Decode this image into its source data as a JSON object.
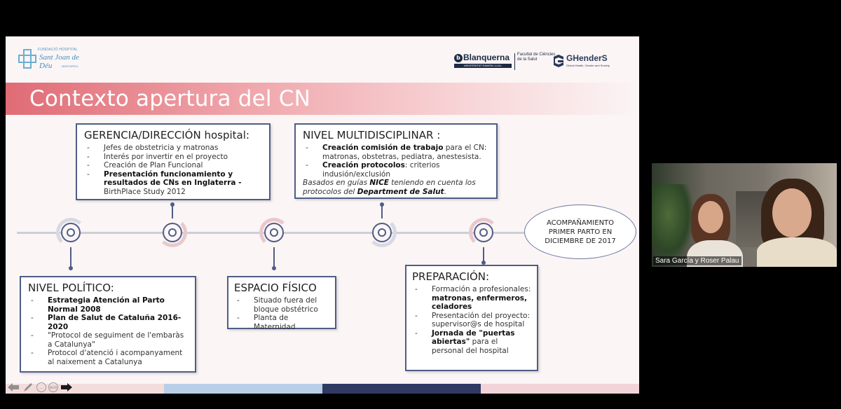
{
  "slide": {
    "logos": {
      "left_line1": "FUNDACIÓ HOSPITAL",
      "left_line2": "Sant Joan de Déu",
      "left_line3": "MARTORELL",
      "blanquerna_name": "Blanquerna",
      "blanquerna_sub": "UNIVERSITAT RAMON LLULL",
      "blanquerna_faculty": "Facultat de Ciències de la Salut",
      "ghenders_name": "GHenderS",
      "ghenders_sub": "Global Health, Gender and Society"
    },
    "title": "Contexto apertura del CN",
    "gerencia": {
      "heading": "GERENCIA/DIRECCIÓN hospital:",
      "items": [
        "Jefes de obstetricia y matronas",
        "Interés por invertir en el proyecto",
        "Creación de Plan Funcional"
      ],
      "item4_bold": "Presentación funcionamiento y resultados de CNs en Inglaterra -",
      "item4_rest": " BirthPlace Study 2012"
    },
    "multidisciplinar": {
      "heading": "NIVEL MULTIDISCIPLINAR :",
      "item1_bold": "Creación comisión de trabajo",
      "item1_rest": " para el CN: matronas, obstetras, pediatra, anestesista.",
      "item2_bold": "Creación protocolos",
      "item2_rest": ": criterios indusión/exclusión",
      "para_a": "Basados en guías ",
      "para_b": "NICE",
      "para_c": " teniendo en cuenta los protocolos del ",
      "para_d": "Department de Salut",
      "para_e": "."
    },
    "politico": {
      "heading": "NIVEL POLÍTICO:",
      "item1": "Estrategia Atención al Parto Normal 2008",
      "item2": "Plan de Salut de Cataluña 2016-2020",
      "item3": "\"Protocol de seguiment de l'embaràs a Catalunya\"",
      "item4": "Protocol d'atenció i acompanyament al naixement a Catalunya"
    },
    "espacio": {
      "heading": "ESPACIO FÍSICO",
      "items": [
        "Situado fuera del bloque obstétrico",
        "Planta de Maternidad"
      ]
    },
    "preparacion": {
      "heading": "PREPARACIÓN:",
      "item1_a": "Formación a profesionales: ",
      "item1_b": "matronas, enfermeros, celadores",
      "item2": "Presentación del proyecto: supervisor@s de hospital",
      "item3_bold": "Jornada de \"puertas abiertas\"",
      "item3_rest": " para el personal del hospital"
    },
    "oval_text": "ACOMPAÑAMIENTO PRIMER PARTO EN DICIEMBRE DE 2017",
    "bottom_bar_colors": [
      "#f3dcdc",
      "#b9cfe8",
      "#2f3b63",
      "#f2d4d8"
    ],
    "timeline_node_arc_colors": [
      "#d7d9e4",
      "#e9c8cc",
      "#d7d9e4",
      "#d7d9e4",
      "#e9c8cc"
    ]
  },
  "toolbar": {
    "icons": [
      "back-arrow-icon",
      "pen-icon",
      "subtitles-icon",
      "zoom-icon",
      "forward-arrow-icon"
    ],
    "subtitles_glyph": "...",
    "zoom_glyph": "w/o"
  },
  "video": {
    "caption": "Sara García y Roser Palau"
  }
}
